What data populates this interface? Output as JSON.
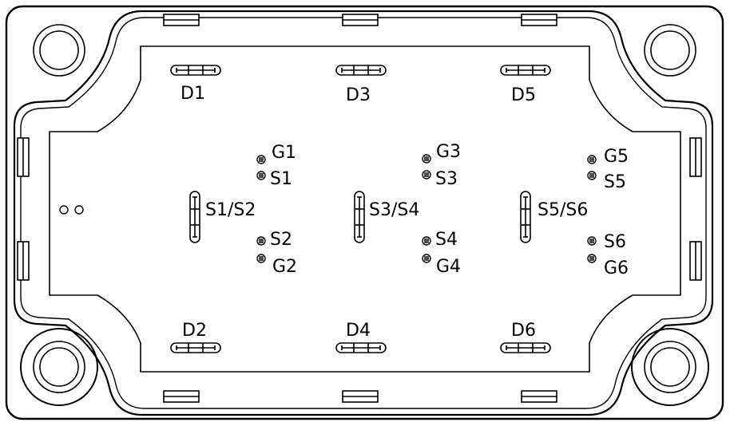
{
  "colors": {
    "line": "#000000",
    "background": "#ffffff"
  },
  "drain_labels": {
    "d1": "D1",
    "d2": "D2",
    "d3": "D3",
    "d4": "D4",
    "d5": "D5",
    "d6": "D6"
  },
  "pin_labels": {
    "g1": "G1",
    "s1": "S1",
    "s2": "S2",
    "g2": "G2",
    "g3": "G3",
    "s3": "S3",
    "s4": "S4",
    "g4": "G4",
    "g5": "G5",
    "s5": "S5",
    "s6": "S6",
    "g6": "G6"
  },
  "source_bus_labels": {
    "s1s2": "S1/S2",
    "s3s4": "S3/S4",
    "s5s6": "S5/S6"
  }
}
